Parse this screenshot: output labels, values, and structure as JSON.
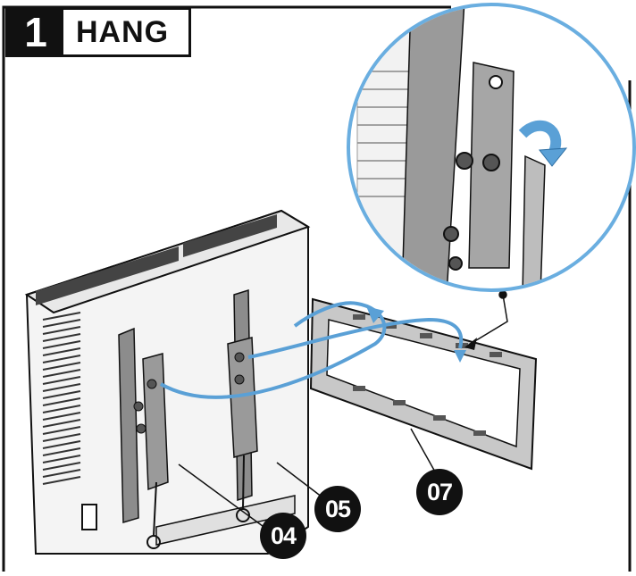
{
  "step": {
    "number": "1",
    "title": "HANG"
  },
  "callouts": [
    {
      "id": "04",
      "label": "04"
    },
    {
      "id": "05",
      "label": "05"
    },
    {
      "id": "07",
      "label": "07"
    }
  ],
  "colors": {
    "arrow": "#5aa0d6",
    "ink": "#111111",
    "part_gray": "#8c8c8c",
    "detail_circle": "#6aaee0"
  }
}
